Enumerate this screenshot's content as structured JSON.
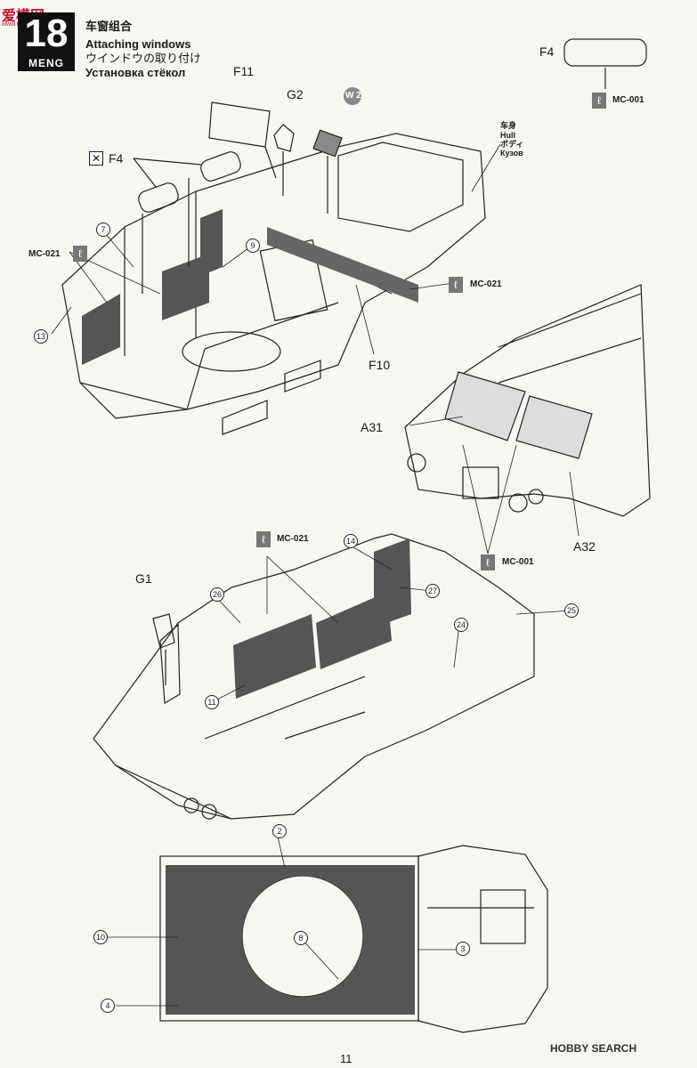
{
  "header": {
    "step_number": "18",
    "brand": "MENG",
    "title_cn": "车窗组合",
    "title_en": "Attaching windows",
    "title_jp": "ウインドウの取り付け",
    "title_ru": "Установка стёкол"
  },
  "watermark": {
    "logo": "爱模网",
    "url": "www.moxiao.com"
  },
  "parts": {
    "F4_top": "F4",
    "F4_left": "F4",
    "F11": "F11",
    "G2": "G2",
    "w2_badge": "W 2",
    "hull": {
      "cn": "车身",
      "en": "Hull",
      "jp": "ボディ",
      "ru": "Кузов"
    },
    "F10": "F10",
    "A31": "A31",
    "A32": "A32",
    "G1": "G1"
  },
  "paint_codes": {
    "mc001_top": "MC-001",
    "mc021_left": "MC-021",
    "mc021_mid": "MC-021",
    "mc001_mid": "MC-001",
    "mc021_lower": "MC-021"
  },
  "circled_numbers": {
    "n7": "7",
    "n9": "9",
    "n13": "13",
    "n14": "14",
    "n26": "26",
    "n27": "27",
    "n25": "25",
    "n24": "24",
    "n11": "11",
    "n2": "2",
    "n10": "10",
    "n8": "8",
    "n3": "3",
    "n4": "4"
  },
  "footer": {
    "page_number": "11",
    "source_logo": "HOBBY SEARCH"
  }
}
